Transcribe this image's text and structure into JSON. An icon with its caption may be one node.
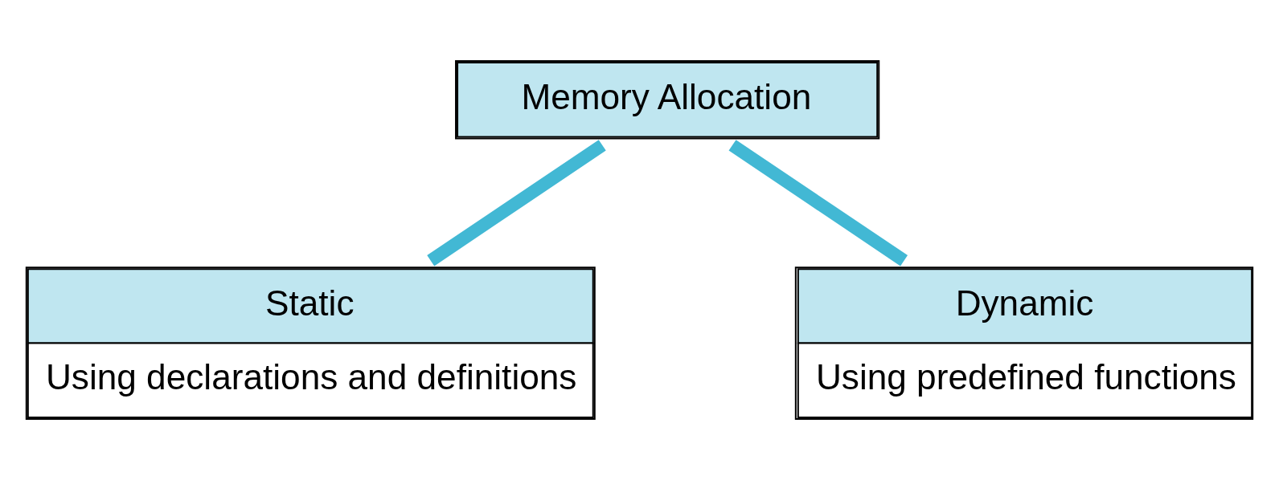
{
  "diagram": {
    "nodes": [
      {
        "text": [
          "Memory Allocation"
        ]
      },
      {
        "text": [
          "Static",
          "Using declarations and definitions"
        ]
      },
      {
        "text": [
          "Dynamic",
          "Using predefined functions"
        ]
      }
    ],
    "edges": [
      {
        "from": 0,
        "to": 1,
        "arrow": "none"
      },
      {
        "from": 0,
        "to": 2,
        "arrow": "none"
      }
    ]
  }
}
